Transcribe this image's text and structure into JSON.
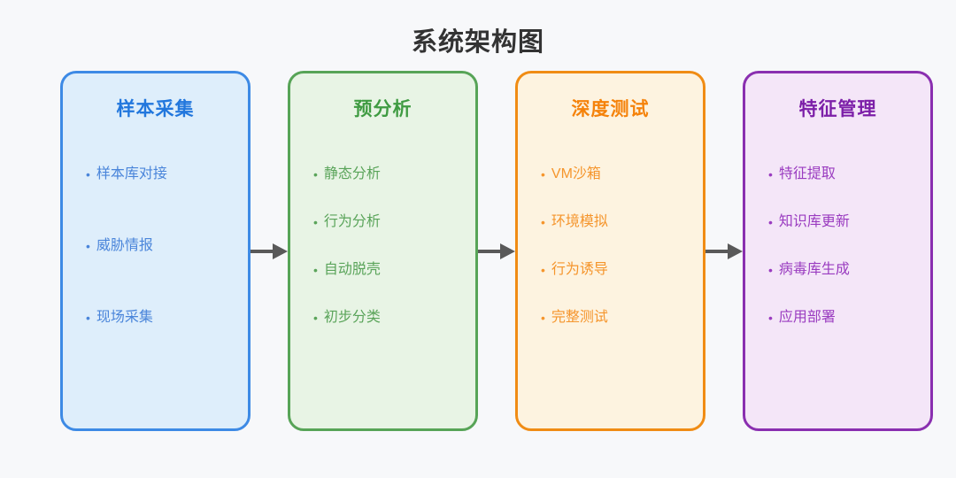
{
  "title": "系统架构图",
  "bullet": "•",
  "colors": {
    "background": "#f7f8fa",
    "arrow": "#595959",
    "main_title_text": "#333333"
  },
  "stages": [
    {
      "title": "样本采集",
      "items": [
        "样本库对接",
        "威胁情报",
        "现场采集"
      ],
      "border_color": "#3d8ae5",
      "bg_color": "#deeefb",
      "title_color": "#2277dd",
      "item_color": "#4a85da"
    },
    {
      "title": "预分析",
      "items": [
        "静态分析",
        "行为分析",
        "自动脱壳",
        "初步分类"
      ],
      "border_color": "#57a457",
      "bg_color": "#e8f4e5",
      "title_color": "#3f9b42",
      "item_color": "#5aa45a"
    },
    {
      "title": "深度测试",
      "items": [
        "VM沙箱",
        "环境模拟",
        "行为诱导",
        "完整测试"
      ],
      "border_color": "#f08c14",
      "bg_color": "#fdf3e0",
      "title_color": "#f5820a",
      "item_color": "#f5952c"
    },
    {
      "title": "特征管理",
      "items": [
        "特征提取",
        "知识库更新",
        "病毒库生成",
        "应用部署"
      ],
      "border_color": "#8a2fb0",
      "bg_color": "#f4e6f8",
      "title_color": "#7c1fa8",
      "item_color": "#9a3cc0"
    }
  ]
}
